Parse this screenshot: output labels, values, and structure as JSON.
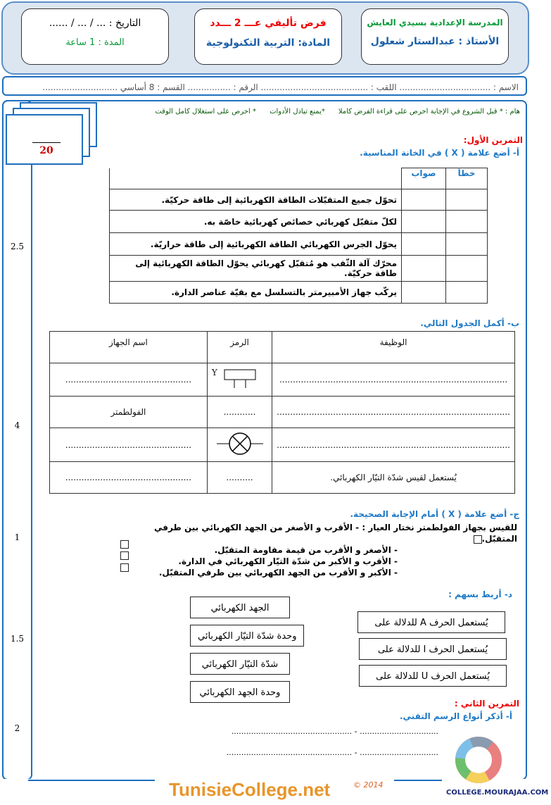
{
  "header": {
    "date": "التاريخ : ... / ... / ......",
    "duration": "المدة : 1 ساعة",
    "exam_title": "فرض تأليفي عـــ 2 ـــدد",
    "subject": "المادة: التربية التكنولوجية",
    "school": "المدرسة الإعدادية بسيدي العايش",
    "teacher": "الأستاذ : عبدالستار شعلول"
  },
  "student": {
    "line": "الاسم : .................................. اللقب : ........................................ الرقم : ................ القسم : 8 أساسي ............................"
  },
  "notice": "هام : * قبل الشروع في الإجابة احرص على قراءة الفرض كاملا      *يمنع تبادل الأدوات      * احرص على استغلال كامل الوقت",
  "total_score": "20",
  "margin_scores": [
    "2.5",
    "4",
    "1",
    "1.5",
    "2"
  ],
  "ex1": {
    "title": "التمرين الأول:",
    "a": {
      "instruction": "أ- أضع علامة ( X ) في الخانة المناسبة.",
      "col_true": "صواب",
      "col_false": "خطأ",
      "rows": [
        "تحوّل جميع المتقبّلات الطاقة الكهربائية إلى طاقة حركيّة.",
        "لكلّ متقبّل كهربائي خصائص كهربائية خاصّة به.",
        "يحوّل الجرس الكهربائي الطاقة الكهربائية إلى طاقة حراريّة.",
        "محرّك آلة الثّقب هو مُتقبّل كهربائي يحوّل الطاقة الكهربائية إلى طاقة حركيّة.",
        "يركّب جهاز الأمبيرمتر بالتسلسل مع بقيّة عناصر الدارة."
      ]
    },
    "b": {
      "instruction": "ب- أكمل الجدول التالي.",
      "col_device": "اسم الجهاز",
      "col_symbol": "الرمز",
      "col_function": "الوظيفة",
      "rows": [
        {
          "device": "...............................................",
          "symbol_label": "Y",
          "function": "....................................................................................."
        },
        {
          "device": "الفولطمتر",
          "symbol": "............",
          "function": "......................................................................................."
        },
        {
          "device": "...............................................",
          "function": "......................................................................................."
        },
        {
          "device": "...............................................",
          "symbol": "..........",
          "function": "يُستعمل لقيس شدّة التيّار الكهربائي."
        }
      ]
    },
    "c": {
      "instruction": "ج- أضع علامة ( X ) أمام الإجابة الصحيحة.",
      "stem": "للقيس بجهاز الفولطمتر نختار العيار :",
      "options": [
        "- الأقرب و الأصغر من الجهد الكهربائي بين طرفي المتقبّل.",
        "- الأصغر و الأقرب من قيمة مقاومة المتقبّل.",
        "- الأقرب و الأكبر من شدّة التيّار الكهربائي في الدارة.",
        "- الأكبر و الأقرب من الجهد الكهربائي بين طرفي المتقبّل."
      ]
    },
    "d": {
      "instruction": "د- أربط بسهم :",
      "left": [
        "يُستعمل الحرف A  للدلالة على",
        "يُستعمل الحرف I  للدلالة على",
        "يُستعمل الحرف U  للدلالة على"
      ],
      "right": [
        "الجهد الكهربائي",
        "وحدة شدّة التيّار الكهربائي",
        "شدّة التيّار الكهربائي",
        "وحدة الجهد الكهربائي"
      ]
    }
  },
  "ex2": {
    "title": "التمرين الثاني :",
    "a": {
      "instruction": "أ- أذكر أنواع الرسم التقني.",
      "lines": [
        "................................ - .................................................",
        "................................ - ..................................................."
      ]
    }
  },
  "footer": {
    "logo_left": "TunisieCollege.net",
    "logo_year": "© 2014",
    "logo_right": "COLLEGE.MOURAJAA.COM"
  },
  "colors": {
    "frame": "#1f6fbf",
    "title_red": "#e00000",
    "instruction_blue": "#1f7ac7",
    "green": "#0a9a3a"
  }
}
